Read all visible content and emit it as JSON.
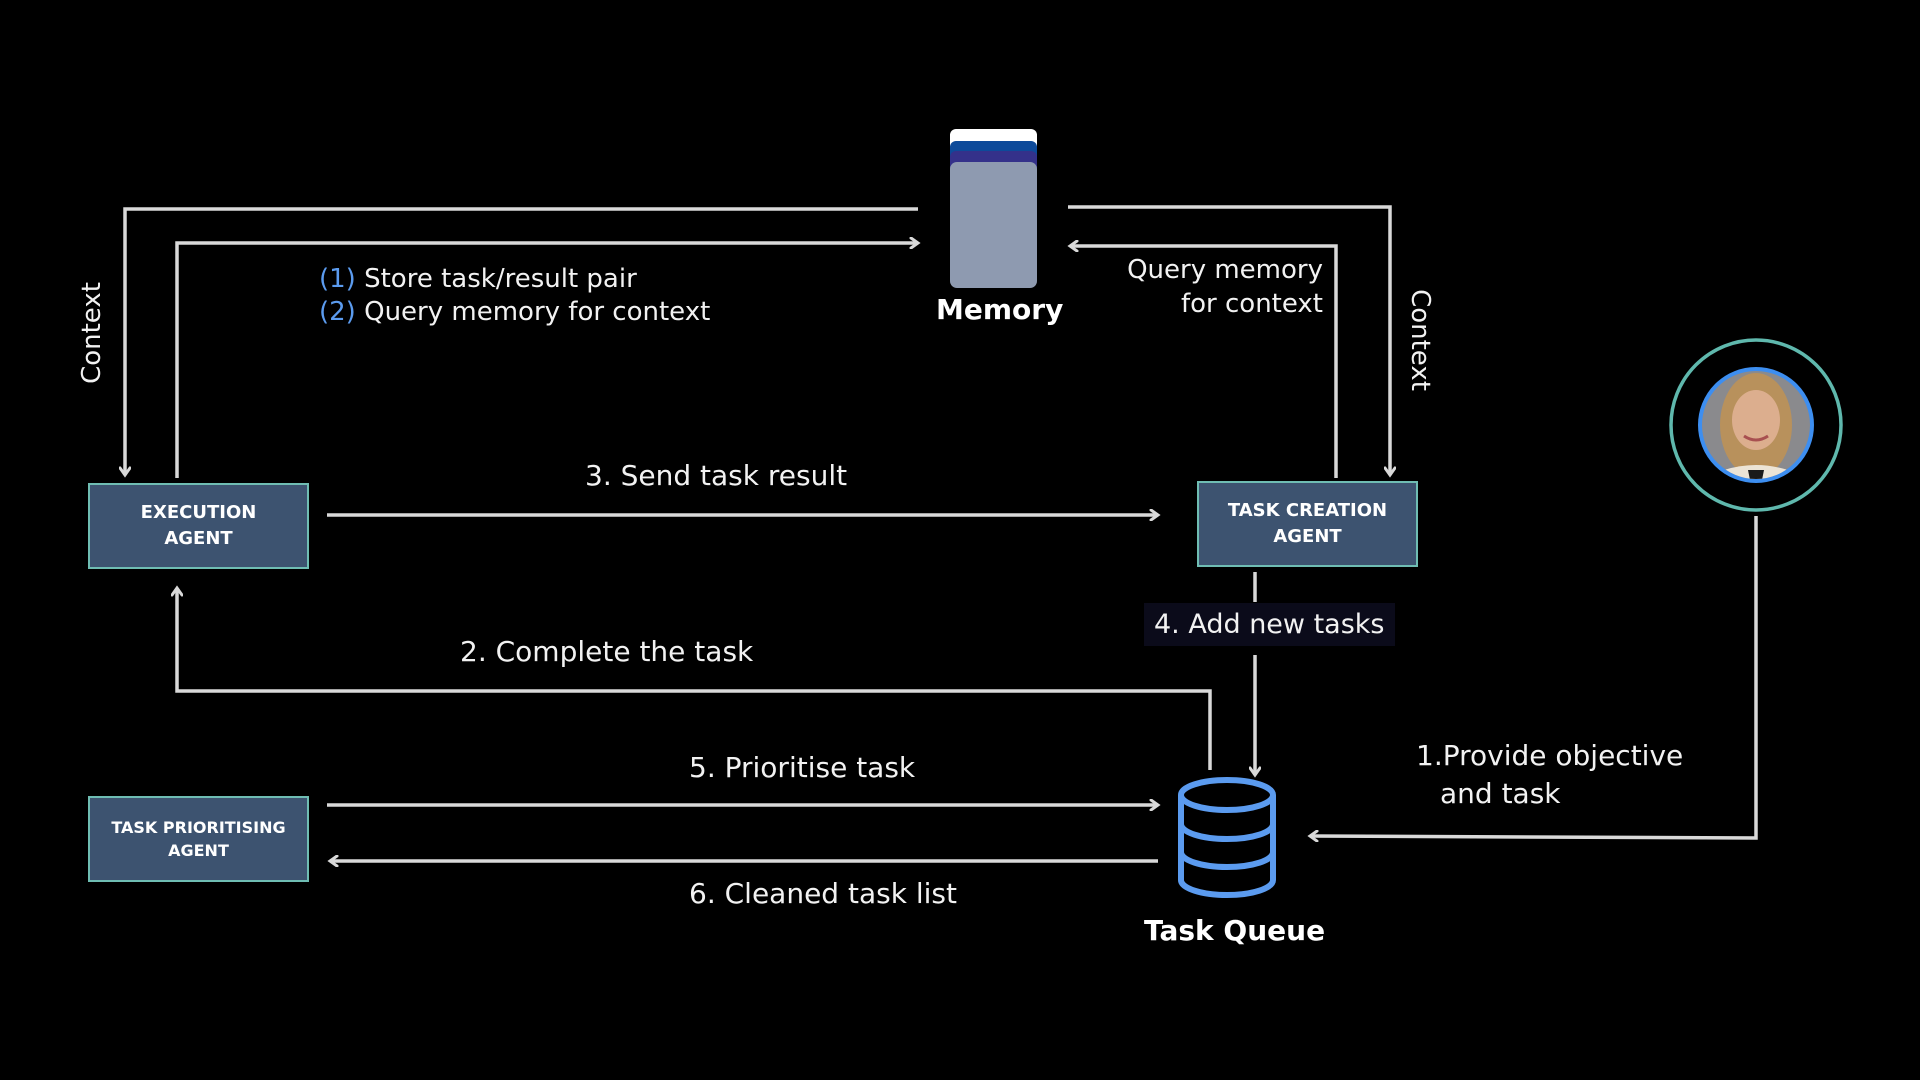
{
  "diagram": {
    "nodes": {
      "execution_agent": {
        "line1": "EXECUTION",
        "line2": "AGENT"
      },
      "task_creation_agent": {
        "line1": "TASK CREATION",
        "line2": "AGENT"
      },
      "task_prioritising_agent": {
        "line1": "TASK PRIORITISING",
        "line2": "AGENT"
      },
      "memory": {
        "label": "Memory"
      },
      "task_queue": {
        "label": "Task Queue"
      },
      "user": {
        "label": "user-avatar"
      }
    },
    "edges": {
      "memory_ops": {
        "item1_num": "(1)",
        "item1_text": "Store task/result pair",
        "item2_num": "(2)",
        "item2_text": "Query memory for context"
      },
      "context_left": "Context",
      "context_right": "Context",
      "query_memory_line1": "Query memory",
      "query_memory_line2": "for context",
      "send_task_result": "3. Send task result",
      "complete_task": "2. Complete the task",
      "add_new_tasks": "4. Add new tasks",
      "prioritise_task": "5. Prioritise task",
      "cleaned_task_list": "6. Cleaned task list",
      "provide_objective_num": "1.",
      "provide_objective_line1": "Provide objective",
      "provide_objective_line2": "and task"
    },
    "colors": {
      "background": "#000000",
      "agent_fill": "#3d5370",
      "agent_border": "#6fbdb3",
      "wire": "#d9d9d9",
      "accent_blue": "#5b9bef",
      "memory_body": "#8e9ab0",
      "avatar_ring": "#5fb8ad"
    }
  }
}
